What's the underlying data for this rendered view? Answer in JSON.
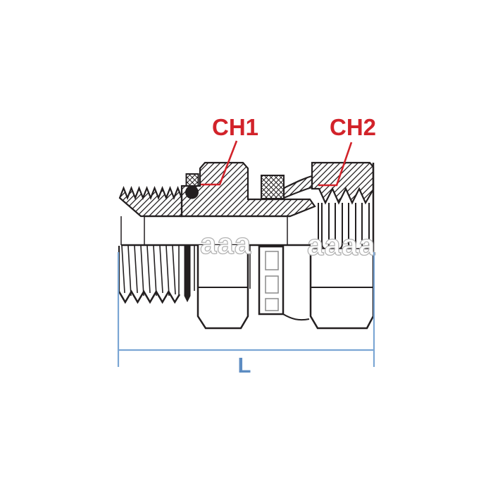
{
  "figure": {
    "type": "technical-drawing",
    "labels": {
      "ch1": "CH1",
      "ch2": "CH2",
      "length": "L"
    },
    "watermark": {
      "left": "aaa",
      "right": "aaaa"
    },
    "colors": {
      "line_black": "#231f20",
      "annotation_red": "#d2232a",
      "dimension_blue": "#7ba6d4",
      "dimension_text_blue": "#5d8cc2",
      "watermark_gray": "#b3b3b3"
    }
  }
}
